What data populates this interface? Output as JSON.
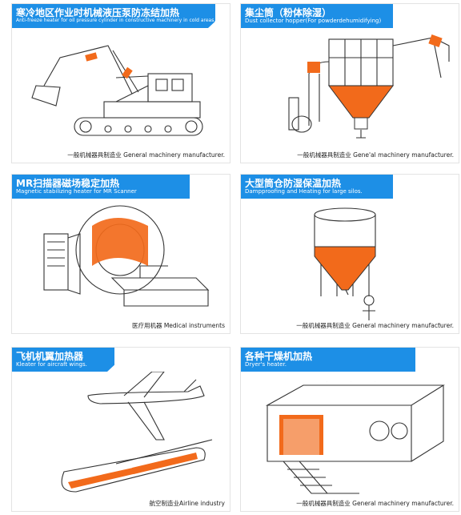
{
  "panels": [
    {
      "title": "寒冷地区作业时机械液压泵防冻结加热",
      "subtitle": "Anti-freeze heater for oil pressure cylinder in constructive machinery in cold areas.",
      "footer": "一般机械器具制造业 General machinery manufacturer."
    },
    {
      "title": "集尘筒（粉体除湿）",
      "subtitle": "Dust collector hopper(For powderdehumidifying)",
      "footer": "一般机械器具制造业 Gene'al machinery manufacturer."
    },
    {
      "title": "MR扫描器磁场稳定加热",
      "subtitle": "Magnetic stabilizing heater for MR Scanner",
      "footer": "医疗用机器 Medical instruments"
    },
    {
      "title": "大型筒仓防湿保温加热",
      "subtitle": "Dampproofing and Heating for large silos.",
      "footer": "一般机械器具制造业 General machinery manufacturer."
    },
    {
      "title": "飞机机翼加热器",
      "subtitle": "Kleater for aircraft wings.",
      "footer": "航空制造业Airline industry"
    },
    {
      "title": "各种干燥机加热",
      "subtitle": "Dryer's heater.",
      "footer": "一般机械器具制造业 General machinery manufacturer."
    }
  ],
  "colors": {
    "header_blue": "#1d8fe6",
    "heater_orange": "#f26a1b"
  }
}
